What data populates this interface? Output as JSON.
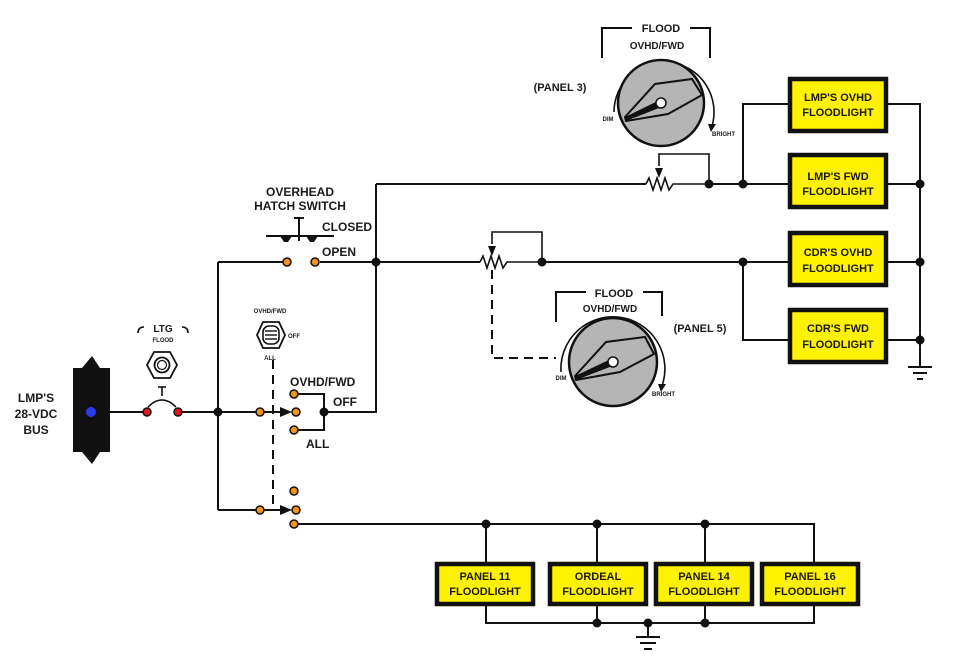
{
  "diagram": {
    "title": "Floodlight control circuit",
    "colors": {
      "lamp_fill": "#fff200",
      "terminal_orange": "#f7941d",
      "terminal_red": "#e8141b",
      "bus_dot": "#2a3cf0",
      "knob_gray": "#b5b5b5"
    },
    "bus": {
      "line1": "LMP'S",
      "line2": "28-VDC",
      "line3": "BUS"
    },
    "ltg_switch": {
      "header": "LTG",
      "sub": "FLOOD"
    },
    "hatch_switch": {
      "title1": "OVERHEAD",
      "title2": "HATCH SWITCH",
      "pos_closed": "CLOSED",
      "pos_open": "OPEN"
    },
    "mode_switch_icon": {
      "top": "OVHD/FWD",
      "right": "OFF",
      "bottom": "ALL"
    },
    "mode_switch": {
      "pos1": "OVHD/FWD",
      "pos2": "OFF",
      "pos3": "ALL"
    },
    "dimmer_panel3": {
      "panel": "(PANEL  3)",
      "header": "FLOOD",
      "sub": "OVHD/FWD",
      "min": "DIM",
      "max": "BRIGHT"
    },
    "dimmer_panel5": {
      "panel": "(PANEL  5)",
      "header": "FLOOD",
      "sub": "OVHD/FWD",
      "min": "DIM",
      "max": "BRIGHT"
    },
    "lamps_right": [
      {
        "line1": "LMP'S  OVHD",
        "line2": "FLOODLIGHT"
      },
      {
        "line1": "LMP'S  FWD",
        "line2": "FLOODLIGHT"
      },
      {
        "line1": "CDR'S  OVHD",
        "line2": "FLOODLIGHT"
      },
      {
        "line1": "CDR'S  FWD",
        "line2": "FLOODLIGHT"
      }
    ],
    "lamps_bottom": [
      {
        "line1": "PANEL  11",
        "line2": "FLOODLIGHT"
      },
      {
        "line1": "ORDEAL",
        "line2": "FLOODLIGHT"
      },
      {
        "line1": "PANEL  14",
        "line2": "FLOODLIGHT"
      },
      {
        "line1": "PANEL  16",
        "line2": "FLOODLIGHT"
      }
    ]
  }
}
